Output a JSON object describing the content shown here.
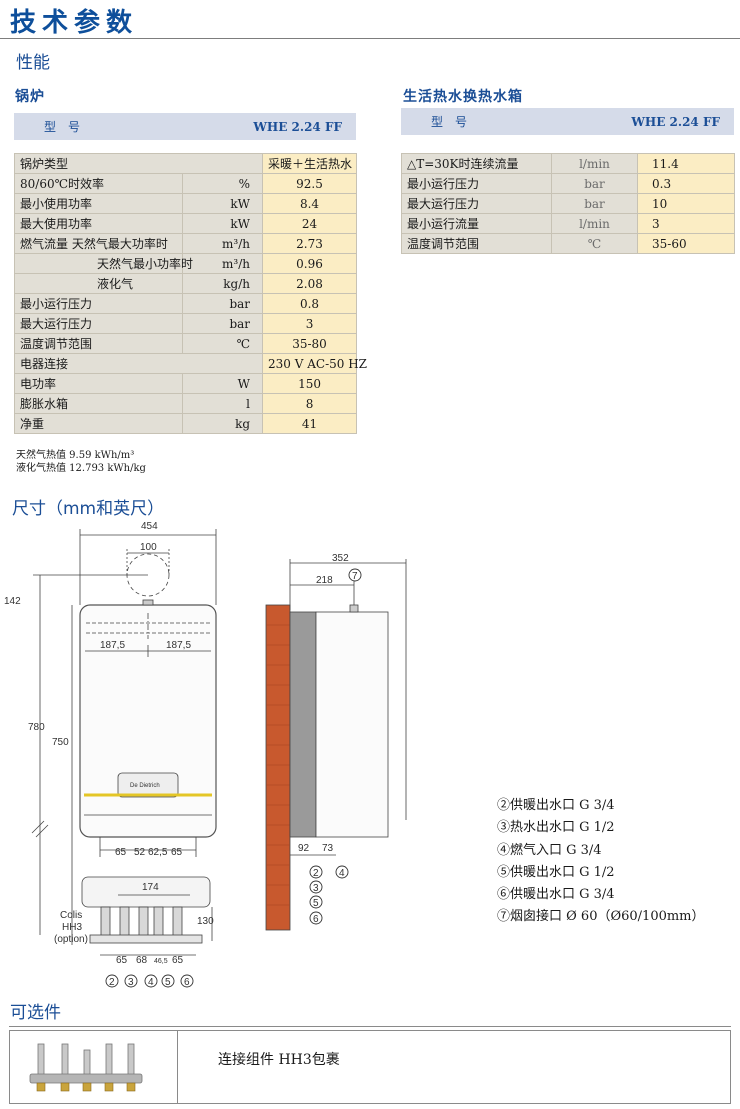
{
  "header": {
    "title": "技术参数"
  },
  "section_performance": "性能",
  "boiler": {
    "heading": "锅炉",
    "model_label": "型　号",
    "model_value": "WHE 2.24 FF",
    "rows": [
      {
        "label": "锅炉类型",
        "unit": "",
        "value": "采暖＋生活热水"
      },
      {
        "label": "80/60℃时效率",
        "unit": "%",
        "value": "92.5"
      },
      {
        "label": "最小使用功率",
        "unit": "kW",
        "value": "8.4"
      },
      {
        "label": "最大使用功率",
        "unit": "kW",
        "value": "24"
      },
      {
        "label": "燃气流量  天然气最大功率时",
        "unit": "m³/h",
        "value": "2.73"
      },
      {
        "label": "天然气最小功率时",
        "unit": "m³/h",
        "value": "0.96"
      },
      {
        "label": "液化气",
        "unit": "kg/h",
        "value": "2.08"
      },
      {
        "label": "最小运行压力",
        "unit": "bar",
        "value": "0.8"
      },
      {
        "label": "最大运行压力",
        "unit": "bar",
        "value": "3"
      },
      {
        "label": "温度调节范围",
        "unit": "℃",
        "value": "35-80"
      },
      {
        "label": "电器连接",
        "unit": "",
        "value": "230 V AC-50 HZ"
      },
      {
        "label": "电功率",
        "unit": "W",
        "value": "150"
      },
      {
        "label": "膨胀水箱",
        "unit": "l",
        "value": "8"
      },
      {
        "label": "净重",
        "unit": "kg",
        "value": "41"
      }
    ],
    "footnotes": [
      "天然气热值 9.59 kWh/m³",
      "液化气热值 12.793 kWh/kg"
    ]
  },
  "hot_water": {
    "heading": "生活热水换热水箱",
    "model_label": "型　号",
    "model_value": "WHE 2.24 FF",
    "rows": [
      {
        "label": "△T=30K时连续流量",
        "unit": "l/min",
        "value": "11.4"
      },
      {
        "label": "最小运行压力",
        "unit": "bar",
        "value": "0.3"
      },
      {
        "label": "最大运行压力",
        "unit": "bar",
        "value": "10"
      },
      {
        "label": "最小运行流量",
        "unit": "l/min",
        "value": "3"
      },
      {
        "label": "温度调节范围",
        "unit": "℃",
        "value": "35-60"
      }
    ]
  },
  "section_dimensions": "尺寸（mm和英尺）",
  "drawing": {
    "front": {
      "width_total": "454",
      "flue_diameter": "100",
      "top_clearance": "142",
      "height_total": "780",
      "height_body": "750",
      "half_left": "187,5",
      "half_right": "187,5",
      "bottom_spacing": [
        "65",
        "52",
        "62,5",
        "65"
      ],
      "kit_width": "174",
      "kit_height": "130",
      "kit_label": [
        "Colis",
        "HH3",
        "(option)"
      ],
      "kit_spacing": [
        "65",
        "68",
        "46,5",
        "65"
      ],
      "connection_numbers": [
        "2",
        "3",
        "4",
        "5",
        "6"
      ],
      "brand": "De Dietrich"
    },
    "side": {
      "depth_total": "352",
      "flue_offset": "218",
      "flue_marker": "7",
      "bottom_offsets": [
        "92",
        "73"
      ],
      "connection_numbers_left": [
        "2",
        "3",
        "5",
        "6"
      ],
      "connection_marker_right": "4"
    },
    "legend": [
      "②供暖出水口  G 3/4",
      "③热水出水口  G 1/2",
      "④燃气入口  G 3/4",
      "⑤供暖出水口  G 1/2",
      "⑥供暖出水口  G 3/4",
      "⑦烟囱接口 Ø 60（Ø60/100mm）"
    ]
  },
  "section_options": "可选件",
  "options": {
    "item": "连接组件  HH3包裹"
  },
  "colors": {
    "heading_blue": "#1b4e96",
    "value_fill": "#fbedc4",
    "label_fill": "#e2dfd6",
    "model_bar": "#d5dbe9",
    "brick": "#c8592e"
  }
}
